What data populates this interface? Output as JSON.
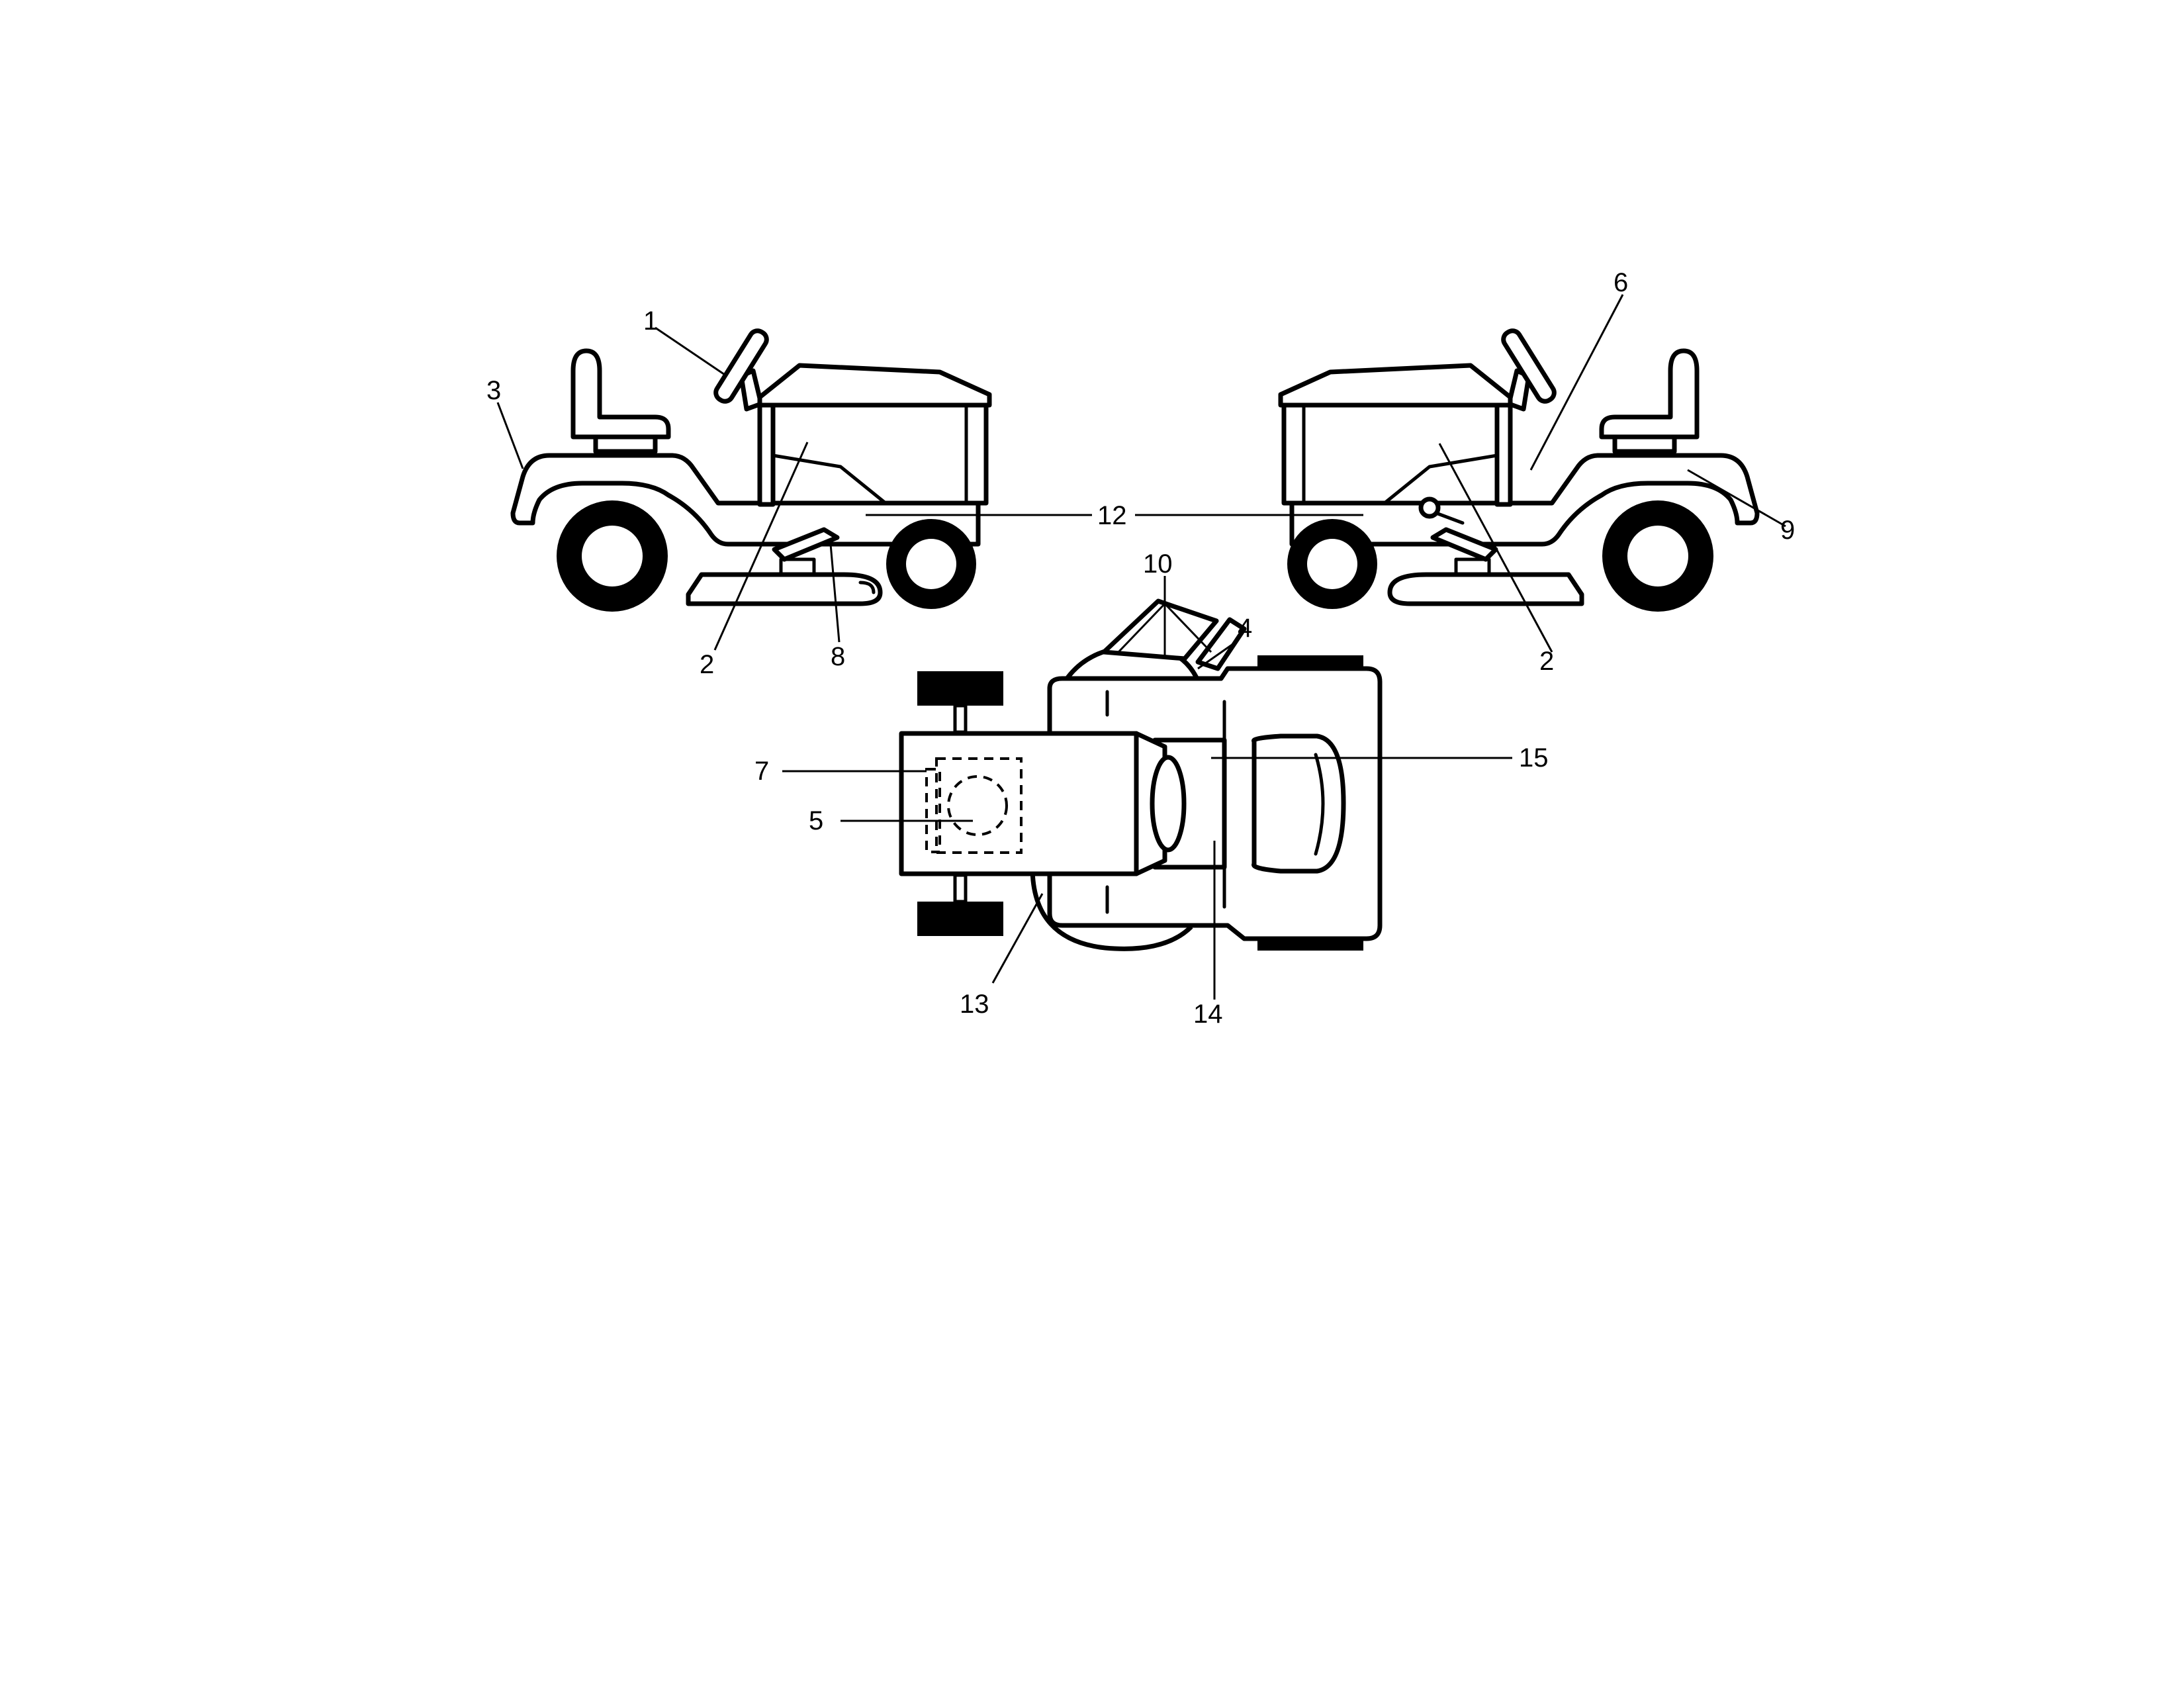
{
  "callouts": {
    "c1": "1",
    "c2a": "2",
    "c2b": "2",
    "c3": "3",
    "c4": "4",
    "c5": "5",
    "c6": "6",
    "c7": "7",
    "c8": "8",
    "c9": "9",
    "c10": "10",
    "c12": "12",
    "c13": "13",
    "c14": "14",
    "c15": "15"
  }
}
